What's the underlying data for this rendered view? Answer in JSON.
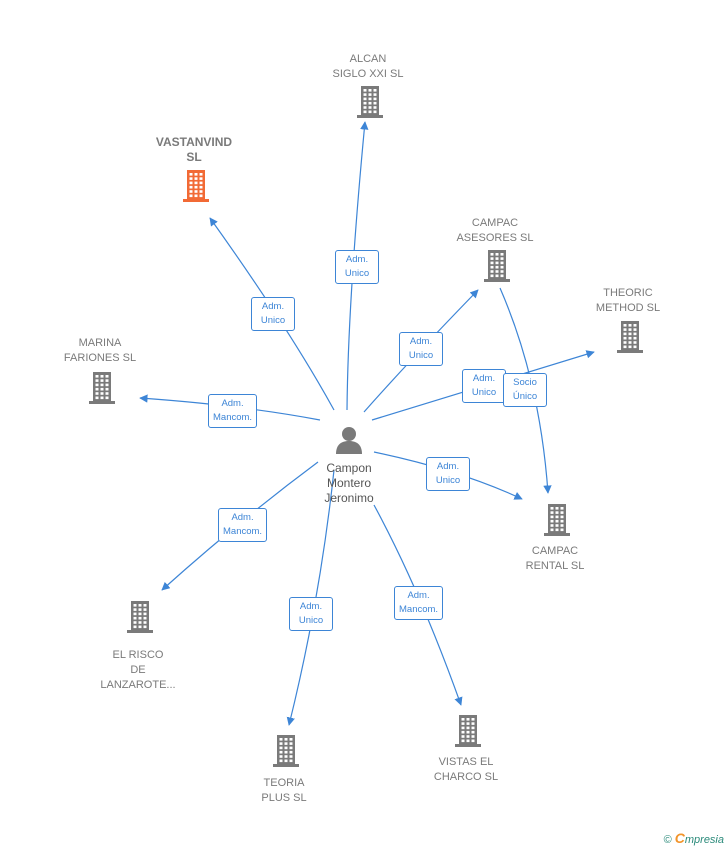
{
  "center": {
    "name": "Campon\nMontero\nJeronimo",
    "icon": "person-icon"
  },
  "companies": [
    {
      "id": "alcan",
      "name": "ALCAN\nSIGLO XXI SL",
      "highlight": false,
      "icon": "building-icon"
    },
    {
      "id": "vastanvind",
      "name": "VASTANVIND\nSL",
      "highlight": true,
      "icon": "building-icon"
    },
    {
      "id": "campac-asesores",
      "name": "CAMPAC\nASESORES SL",
      "highlight": false,
      "icon": "building-icon"
    },
    {
      "id": "theoric",
      "name": "THEORIC\nMETHOD SL",
      "highlight": false,
      "icon": "building-icon"
    },
    {
      "id": "marina",
      "name": "MARINA\nFARIONES SL",
      "highlight": false,
      "icon": "building-icon"
    },
    {
      "id": "campac-rental",
      "name": "CAMPAC\nRENTAL SL",
      "highlight": false,
      "icon": "building-icon"
    },
    {
      "id": "el-risco",
      "name": "EL RISCO\nDE\nLANZAROTE...",
      "highlight": false,
      "icon": "building-icon"
    },
    {
      "id": "teoria",
      "name": "TEORIA\nPLUS SL",
      "highlight": false,
      "icon": "building-icon"
    },
    {
      "id": "vistas",
      "name": "VISTAS EL\nCHARCO SL",
      "highlight": false,
      "icon": "building-icon"
    }
  ],
  "relations": [
    {
      "from": "center",
      "to": "alcan",
      "label": "Adm.\nUnico"
    },
    {
      "from": "center",
      "to": "vastanvind",
      "label": "Adm.\nUnico"
    },
    {
      "from": "center",
      "to": "campac-asesores",
      "label": "Adm.\nUnico"
    },
    {
      "from": "center",
      "to": "theoric",
      "label": "Adm.\nUnico"
    },
    {
      "from": "campac-asesores",
      "to": "campac-rental",
      "label": "Socio\nÚnico"
    },
    {
      "from": "center",
      "to": "marina",
      "label": "Adm.\nMancom."
    },
    {
      "from": "center",
      "to": "campac-rental",
      "label": "Adm.\nUnico"
    },
    {
      "from": "center",
      "to": "el-risco",
      "label": "Adm.\nMancom."
    },
    {
      "from": "center",
      "to": "teoria",
      "label": "Adm.\nUnico"
    },
    {
      "from": "center",
      "to": "vistas",
      "label": "Adm.\nMancom."
    }
  ],
  "colors": {
    "edge": "#3d85d6",
    "building": "#7a7a7a",
    "highlight": "#f26a35",
    "person": "#7a7a7a"
  },
  "footer": {
    "copyright": "©",
    "brand_first": "C",
    "brand_rest": "mpresia"
  }
}
